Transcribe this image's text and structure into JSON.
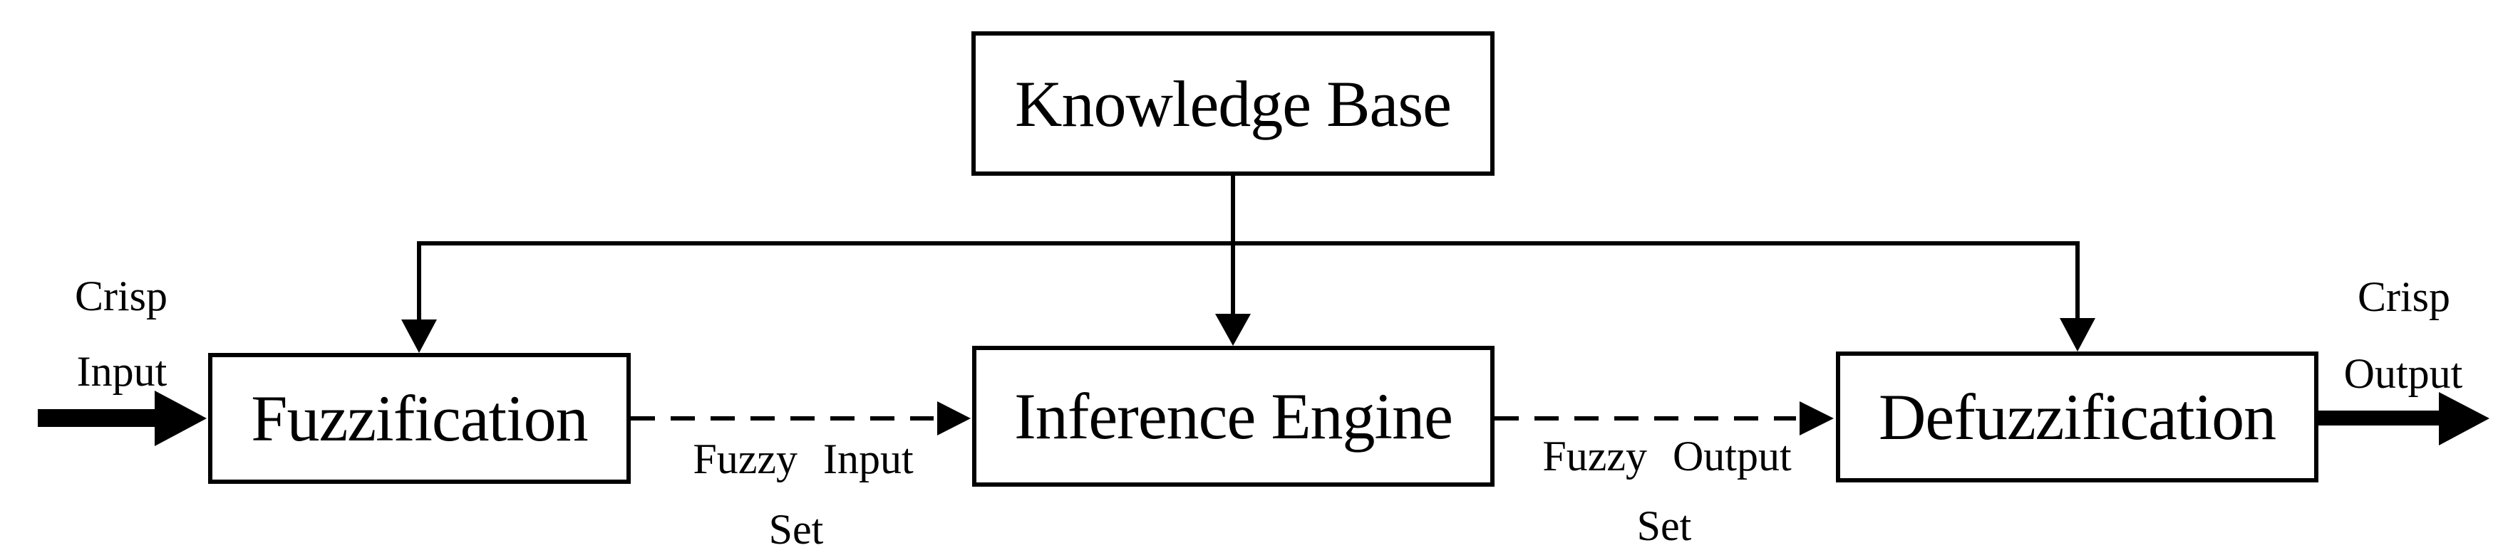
{
  "diagram": {
    "background": "#ffffff",
    "line_color": "#000000",
    "nodes": {
      "knowledge_base": "Knowledge Base",
      "fuzzification": "Fuzzification",
      "inference_engine": "Inference Engine",
      "defuzzification": "Defuzzification"
    },
    "labels": {
      "crisp_input": {
        "line1": "Crisp",
        "line2": "Input"
      },
      "fuzzy_input": {
        "line1": "Fuzzy Input",
        "line2": "Set"
      },
      "fuzzy_output": {
        "line1": "Fuzzy Output",
        "line2": "Set"
      },
      "crisp_output": {
        "line1": "Crisp",
        "line2": "Output"
      }
    }
  }
}
